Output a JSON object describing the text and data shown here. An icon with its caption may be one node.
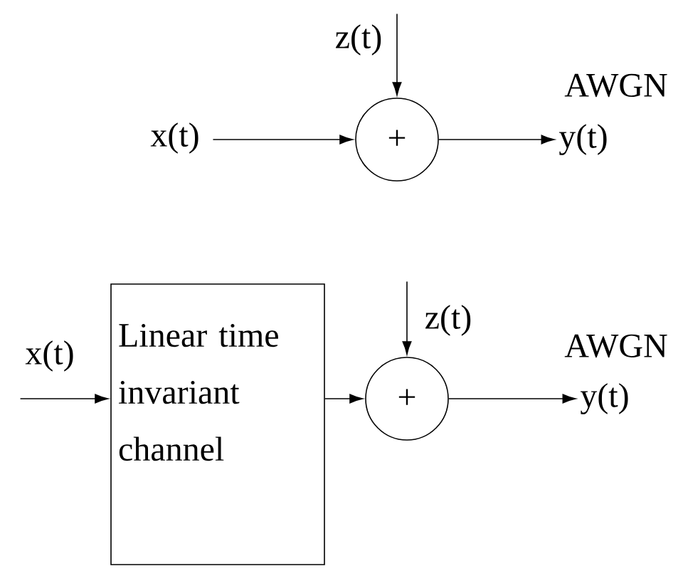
{
  "diagram": {
    "nodes": [
      {
        "text": [
          "x(t)"
        ]
      },
      {
        "text": [
          "z(t)"
        ]
      },
      {
        "text": [
          "+"
        ]
      },
      {
        "text": [
          "y(t)"
        ]
      },
      {
        "text": [
          "x(t)"
        ]
      },
      {
        "text": [
          "Linear time invariant channel"
        ]
      },
      {
        "text": [
          "z(t)"
        ]
      },
      {
        "text": [
          "+"
        ]
      },
      {
        "text": [
          "y(t)"
        ]
      }
    ],
    "edges": [
      {
        "from": 1,
        "to": 2,
        "arrow": "to"
      },
      {
        "from": 0,
        "to": 2,
        "arrow": "to"
      },
      {
        "from": 2,
        "to": 3,
        "arrow": "to"
      },
      {
        "from": 4,
        "to": 5,
        "arrow": "to"
      },
      {
        "from": 5,
        "to": 7,
        "arrow": "to"
      },
      {
        "from": 6,
        "to": 7,
        "arrow": "to"
      },
      {
        "from": 7,
        "to": 8,
        "arrow": "to"
      }
    ],
    "labels": [
      "AWGN",
      "AWGN"
    ]
  }
}
